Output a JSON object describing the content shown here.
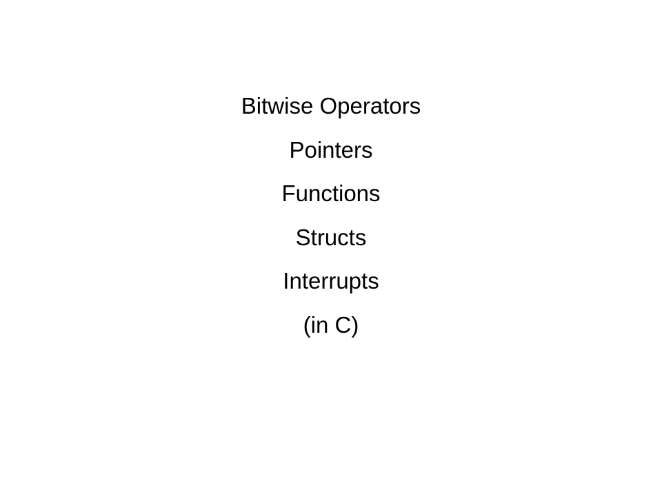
{
  "slide": {
    "title_lines": [
      "Bitwise Operators",
      "Pointers",
      "Functions",
      "Structs",
      "Interrupts",
      "(in C)"
    ]
  }
}
